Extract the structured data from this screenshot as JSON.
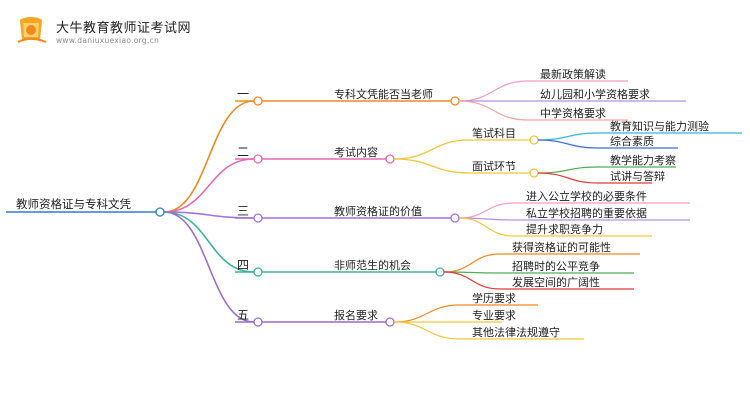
{
  "header": {
    "brand": "大牛教育教师证考试网",
    "site": "www.daniuxuexiao.org.cn"
  },
  "root": {
    "label": "教师资格证与专科文凭"
  },
  "branches": [
    {
      "num": "一",
      "label": "专科文凭能否当老师",
      "color": "#f08a1e",
      "leaves": [
        {
          "label": "最新政策解读",
          "color": "#f59ec1"
        },
        {
          "label": "幼儿园和小学资格要求",
          "color": "#b292e2"
        },
        {
          "label": "中学资格要求",
          "color": "#f3a5a5"
        }
      ]
    },
    {
      "num": "二",
      "label": "考试内容",
      "color": "#e56ab0",
      "subs": [
        {
          "label": "笔试科目",
          "color": "#f0c63c",
          "leaves": [
            {
              "label": "教育知识与能力测验",
              "color": "#35b8e0"
            },
            {
              "label": "综合素质",
              "color": "#3a6fd6"
            }
          ]
        },
        {
          "label": "面试环节",
          "color": "#f0c63c",
          "leaves": [
            {
              "label": "教学能力考察",
              "color": "#4caf50"
            },
            {
              "label": "试讲与答辩",
              "color": "#e53935"
            }
          ]
        }
      ]
    },
    {
      "num": "三",
      "label": "教师资格证的价值",
      "color": "#a372d8",
      "leaves": [
        {
          "label": "进入公立学校的必要条件",
          "color": "#f59ec1"
        },
        {
          "label": "私立学校招聘的重要依据",
          "color": "#b292e2"
        },
        {
          "label": "提升求职竞争力",
          "color": "#f0c63c"
        }
      ]
    },
    {
      "num": "四",
      "label": "非师范生的机会",
      "color": "#3fb29a",
      "leaves": [
        {
          "label": "获得资格证的可能性",
          "color": "#f08a1e"
        },
        {
          "label": "招聘时的公平竞争",
          "color": "#4caf50"
        },
        {
          "label": "发展空间的广阔性",
          "color": "#e53935"
        }
      ]
    },
    {
      "num": "五",
      "label": "报名要求",
      "color": "#9a6dcc",
      "leaves": [
        {
          "label": "学历要求",
          "color": "#f08a1e"
        },
        {
          "label": "专业要求",
          "color": "#f0c63c"
        },
        {
          "label": "其他法律法规遵守",
          "color": "#f0c63c"
        }
      ]
    }
  ],
  "colors": {
    "root_line": "#2a7fd4",
    "node_fill": "#ffffff"
  }
}
